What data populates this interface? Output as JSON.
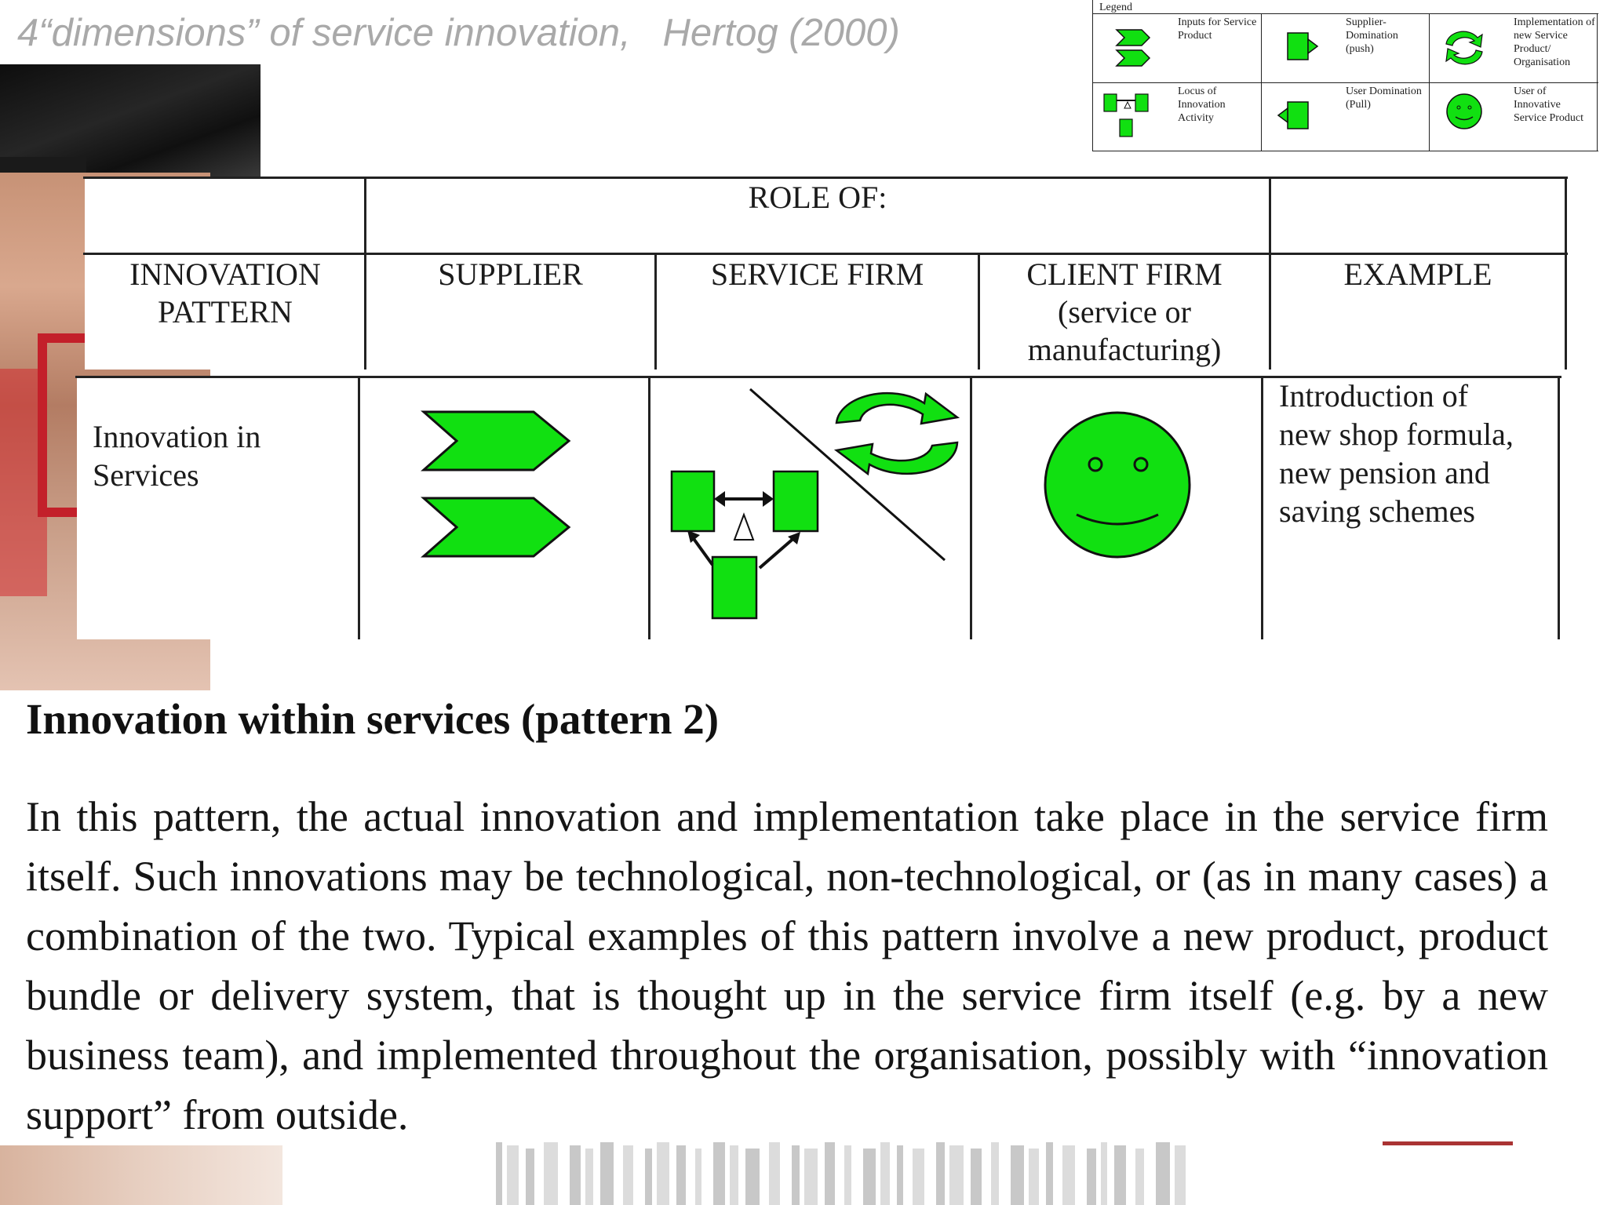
{
  "slide": {
    "title": "4“dimensions” of service innovation,   Hertog (2000)"
  },
  "legend": {
    "title": "Legend",
    "items": [
      {
        "label": "Inputs for Service Product",
        "icon": "double-chevron-icon"
      },
      {
        "label": "Supplier- Domination (push)",
        "icon": "push-arrow-icon"
      },
      {
        "label": "Implementation of new Service Product/ Organisation",
        "icon": "cycle-arrows-icon"
      },
      {
        "label": "Locus of Innovation Activity",
        "icon": "triangle-network-icon"
      },
      {
        "label": "User Domination (Pull)",
        "icon": "pull-arrow-icon"
      },
      {
        "label": "User of Innovative Service Product",
        "icon": "smiley-icon"
      }
    ]
  },
  "table": {
    "role_header": "ROLE OF:",
    "columns": {
      "pattern": [
        "INNOVATION",
        "PATTERN"
      ],
      "supplier": "SUPPLIER",
      "service_firm": "SERVICE FIRM",
      "client_firm": [
        "CLIENT FIRM",
        "(service or",
        "manufacturing)"
      ],
      "example": "EXAMPLE"
    },
    "row": {
      "pattern": [
        "Innovation in",
        "Services"
      ],
      "example": [
        "Introduction of",
        "new shop formula,",
        "new pension and",
        "saving schemes"
      ]
    }
  },
  "section": {
    "heading": "Innovation within services (pattern 2)",
    "paragraph": "In this pattern, the actual innovation and implementation take place in the service firm itself. Such innovations may be technological, non-technological, or (as in many cases) a combination of the two. Typical examples of this pattern involve a new product, product bundle or delivery system, that is thought up in the service firm itself (e.g. by a new business team), and implemented throughout the organisation, possibly with “innovation support” from outside."
  },
  "colors": {
    "icon_green": "#11e011",
    "title_gray": "#a9a9a9"
  }
}
